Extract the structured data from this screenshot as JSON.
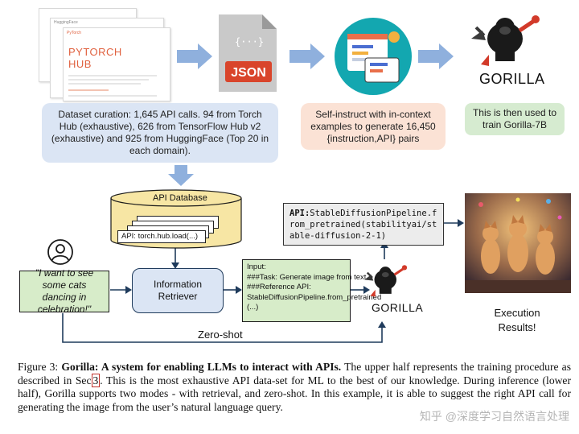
{
  "top": {
    "pytorch_title_line1": "PYTORCH",
    "pytorch_title_line2": "HUB",
    "pytorch_brand": "PyTorch",
    "pytorch_small": "HuggingFace",
    "json_label": "JSON",
    "json_badge": "{...}",
    "gorilla_label": "GORILLA",
    "dataset_curation": "Dataset curation: 1,645 API calls. 94 from Torch Hub (exhaustive), 626 from TensorFlow Hub v2 (exhaustive) and 925 from HuggingFace (Top 20 in each domain).",
    "self_instruct": "Self-instruct with in-context examples to generate 16,450 {instruction,API} pairs",
    "train_note": "This is then used to train Gorilla-7B"
  },
  "bottom": {
    "api_database_label": "API Database",
    "api_card_text": "API: torch.hub.load(...)",
    "user_query": "\"I want to see some cats dancing in celebration!\"",
    "retriever": "Information Retriever",
    "input_box": [
      "Input:",
      "###Task: Generate image from text",
      "###Reference API: StableDiffusionPipeline.from_pretrained (...)"
    ],
    "gorilla_label": "GORILLA",
    "api_output_prefix": "API:",
    "api_output_rest": "StableDiffusionPipeline.from_pretrained(stabilityai/stable-diffusion-2-1)",
    "execution_results": "Execution Results!",
    "zero_shot": "Zero-shot"
  },
  "caption": {
    "fig": "Figure 3:",
    "bold": "Gorilla: A system for enabling LLMs to interact with APIs.",
    "part1": "The upper half represents the training procedure as described in Sec",
    "sec_ref": "3",
    "part2": ". This is the most exhaustive API data-set for ML to the best of our knowledge. During inference (lower half), Gorilla supports two modes - with retrieval, and zero-shot. In this example, it is able to suggest the right API call for generating the image from the user’s natural language query."
  },
  "watermark": "知乎 @深度学习自然语言处理",
  "colors": {
    "arrow": "#8fb0dd",
    "blue_box": "#dbe5f4",
    "peach_box": "#fbe2d5",
    "green_box": "#d6ebd0",
    "input_box": "#d7ecc9",
    "json_red": "#d9452b"
  },
  "icons": [
    "pytorch-hub-screenshot",
    "json-file-icon",
    "self-instruct-illustration",
    "gorilla-logo",
    "user-icon",
    "cat-image"
  ]
}
